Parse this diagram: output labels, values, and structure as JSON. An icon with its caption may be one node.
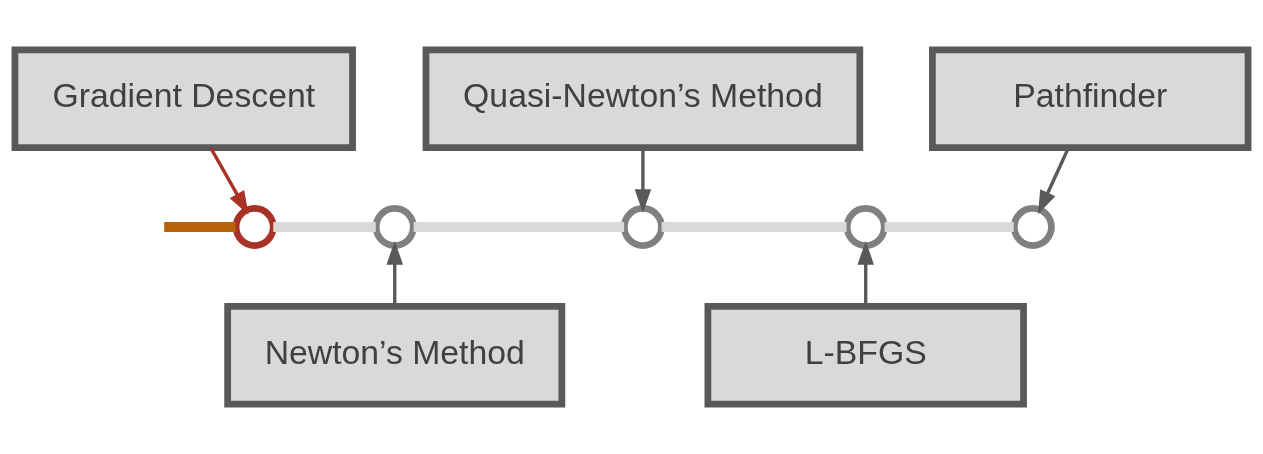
{
  "diagram": {
    "nodes": [
      {
        "text": [
          "Gradient Descent"
        ]
      },
      {
        "text": [
          "Quasi-Newton’s Method"
        ]
      },
      {
        "text": [
          "Pathfinder"
        ]
      },
      {
        "text": [
          "Newton’s Method"
        ]
      },
      {
        "text": [
          "L-BFGS"
        ]
      },
      {
        "text": [],
        "shape": "circle"
      },
      {
        "text": [],
        "shape": "circle"
      },
      {
        "text": [],
        "shape": "circle"
      },
      {
        "text": [],
        "shape": "circle"
      },
      {
        "text": [],
        "shape": "circle"
      }
    ],
    "edges": [
      {
        "from": null,
        "to": 5,
        "arrow": "none",
        "style": "thick",
        "color": "#b8610a"
      },
      {
        "from": 5,
        "to": 6,
        "arrow": "none",
        "style": "thick",
        "color": "#d9d9d9"
      },
      {
        "from": 6,
        "to": 7,
        "arrow": "none",
        "style": "thick",
        "color": "#d9d9d9"
      },
      {
        "from": 7,
        "to": 8,
        "arrow": "none",
        "style": "thick",
        "color": "#d9d9d9"
      },
      {
        "from": 8,
        "to": 9,
        "arrow": "none",
        "style": "thick",
        "color": "#d9d9d9"
      },
      {
        "from": 0,
        "to": 5,
        "arrow": "to",
        "color": "#a93226"
      },
      {
        "from": 1,
        "to": 7,
        "arrow": "to",
        "color": "#595959"
      },
      {
        "from": 2,
        "to": 9,
        "arrow": "to",
        "color": "#595959"
      },
      {
        "from": 3,
        "to": 6,
        "arrow": "to",
        "color": "#595959"
      },
      {
        "from": 4,
        "to": 8,
        "arrow": "to",
        "color": "#595959"
      }
    ]
  }
}
